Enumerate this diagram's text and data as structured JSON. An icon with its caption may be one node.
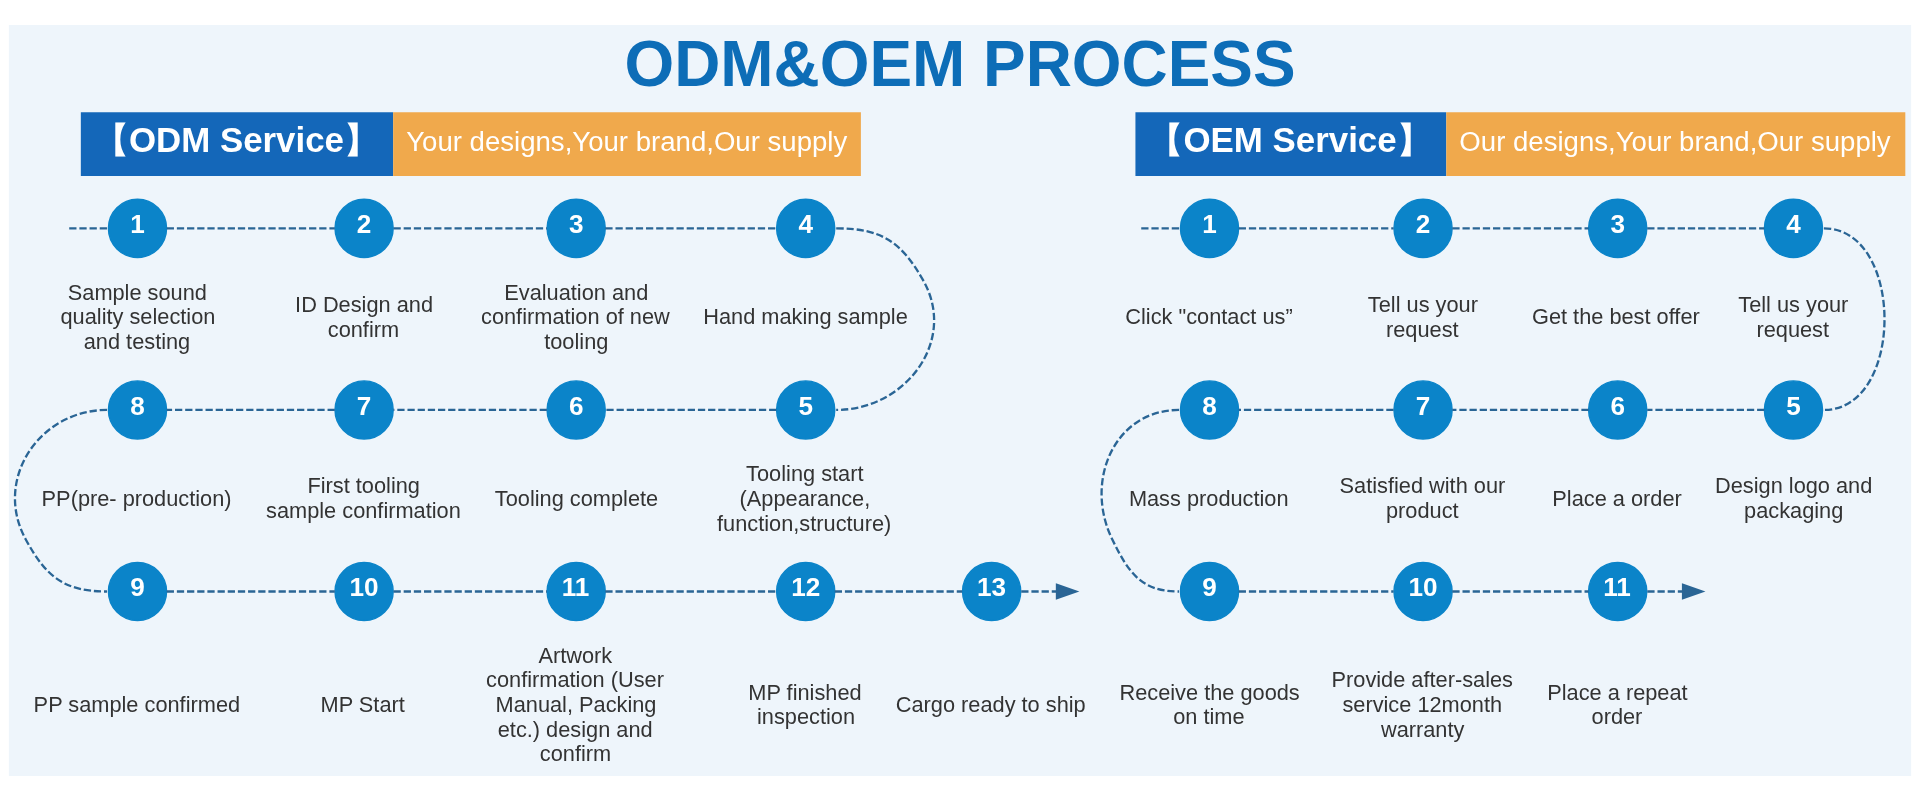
{
  "diagram": {
    "title": "ODM&OEM PROCESS",
    "nodes": [
      {
        "text": [
          "【ODM Service】",
          "Your designs,Your brand,Our supply"
        ]
      },
      {
        "text": [
          "1"
        ],
        "beside": [
          "Sample sound quality selection and testing"
        ]
      },
      {
        "text": [
          "2"
        ],
        "beside": [
          "ID Design and confirm"
        ]
      },
      {
        "text": [
          "3"
        ],
        "beside": [
          "Evaluation and confirmation of new tooling"
        ]
      },
      {
        "text": [
          "4"
        ],
        "beside": [
          "Hand making sample"
        ]
      },
      {
        "text": [
          "5"
        ],
        "beside": [
          "Tooling start (Appearance, function,structure)"
        ]
      },
      {
        "text": [
          "6"
        ],
        "beside": [
          "Tooling complete"
        ]
      },
      {
        "text": [
          "7"
        ],
        "beside": [
          "First tooling sample confirmation"
        ]
      },
      {
        "text": [
          "8"
        ],
        "beside": [
          "PP(pre- production)"
        ]
      },
      {
        "text": [
          "9"
        ],
        "beside": [
          "PP sample confirmed"
        ]
      },
      {
        "text": [
          "10"
        ],
        "beside": [
          "MP Start"
        ]
      },
      {
        "text": [
          "11"
        ],
        "beside": [
          "Artwork confirmation (User Manual, Packing etc.) design and confirm"
        ]
      },
      {
        "text": [
          "12"
        ],
        "beside": [
          "MP finished inspection"
        ]
      },
      {
        "text": [
          "13"
        ],
        "beside": [
          "Cargo ready to ship"
        ]
      },
      {
        "text": [
          "【OEM Service】",
          "Our designs,Your brand,Our supply"
        ]
      },
      {
        "text": [
          "1"
        ],
        "beside": [
          "Click \"contact us”"
        ]
      },
      {
        "text": [
          "2"
        ],
        "beside": [
          "Tell us your request"
        ]
      },
      {
        "text": [
          "3"
        ],
        "beside": [
          "Get the best offer"
        ]
      },
      {
        "text": [
          "4"
        ],
        "beside": [
          "Tell us your request"
        ]
      },
      {
        "text": [
          "5"
        ],
        "beside": [
          "Design logo and packaging"
        ]
      },
      {
        "text": [
          "6"
        ],
        "beside": [
          "Place a order"
        ]
      },
      {
        "text": [
          "7"
        ],
        "beside": [
          "Satisfied with our product"
        ]
      },
      {
        "text": [
          "8"
        ],
        "beside": [
          "Mass production"
        ]
      },
      {
        "text": [
          "9"
        ],
        "beside": [
          "Receive the goods on time"
        ]
      },
      {
        "text": [
          "10"
        ],
        "beside": [
          "Provide after-sales service 12month warranty"
        ]
      },
      {
        "text": [
          "11"
        ],
        "beside": [
          "Place a repeat order"
        ]
      }
    ],
    "edges": [
      {
        "from": null,
        "to": 1,
        "arrow": "none",
        "style": "dashed"
      },
      {
        "from": 1,
        "to": 2,
        "arrow": "none",
        "style": "dashed"
      },
      {
        "from": 2,
        "to": 3,
        "arrow": "none",
        "style": "dashed"
      },
      {
        "from": 3,
        "to": 4,
        "arrow": "none",
        "style": "dashed"
      },
      {
        "from": 4,
        "to": 5,
        "arrow": "none",
        "style": "dashed"
      },
      {
        "from": 5,
        "to": 6,
        "arrow": "none",
        "style": "dashed"
      },
      {
        "from": 6,
        "to": 7,
        "arrow": "none",
        "style": "dashed"
      },
      {
        "from": 7,
        "to": 8,
        "arrow": "none",
        "style": "dashed"
      },
      {
        "from": 8,
        "to": 9,
        "arrow": "none",
        "style": "dashed"
      },
      {
        "from": 9,
        "to": 10,
        "arrow": "none",
        "style": "dashed"
      },
      {
        "from": 10,
        "to": 11,
        "arrow": "none",
        "style": "dashed"
      },
      {
        "from": 11,
        "to": 12,
        "arrow": "none",
        "style": "dashed"
      },
      {
        "from": 12,
        "to": 13,
        "arrow": "none",
        "style": "dashed"
      },
      {
        "from": 13,
        "to": null,
        "arrow": "to",
        "style": "dashed"
      },
      {
        "from": null,
        "to": 15,
        "arrow": "none",
        "style": "dashed"
      },
      {
        "from": 15,
        "to": 16,
        "arrow": "none",
        "style": "dashed"
      },
      {
        "from": 16,
        "to": 17,
        "arrow": "none",
        "style": "dashed"
      },
      {
        "from": 17,
        "to": 18,
        "arrow": "none",
        "style": "dashed"
      },
      {
        "from": 18,
        "to": 19,
        "arrow": "none",
        "style": "dashed"
      },
      {
        "from": 19,
        "to": 20,
        "arrow": "none",
        "style": "dashed"
      },
      {
        "from": 20,
        "to": 21,
        "arrow": "none",
        "style": "dashed"
      },
      {
        "from": 21,
        "to": 22,
        "arrow": "none",
        "style": "dashed"
      },
      {
        "from": 22,
        "to": 23,
        "arrow": "none",
        "style": "dashed"
      },
      {
        "from": 23,
        "to": 24,
        "arrow": "none",
        "style": "dashed"
      },
      {
        "from": 24,
        "to": 25,
        "arrow": "none",
        "style": "dashed"
      },
      {
        "from": 25,
        "to": null,
        "arrow": "to",
        "style": "dashed"
      }
    ]
  }
}
